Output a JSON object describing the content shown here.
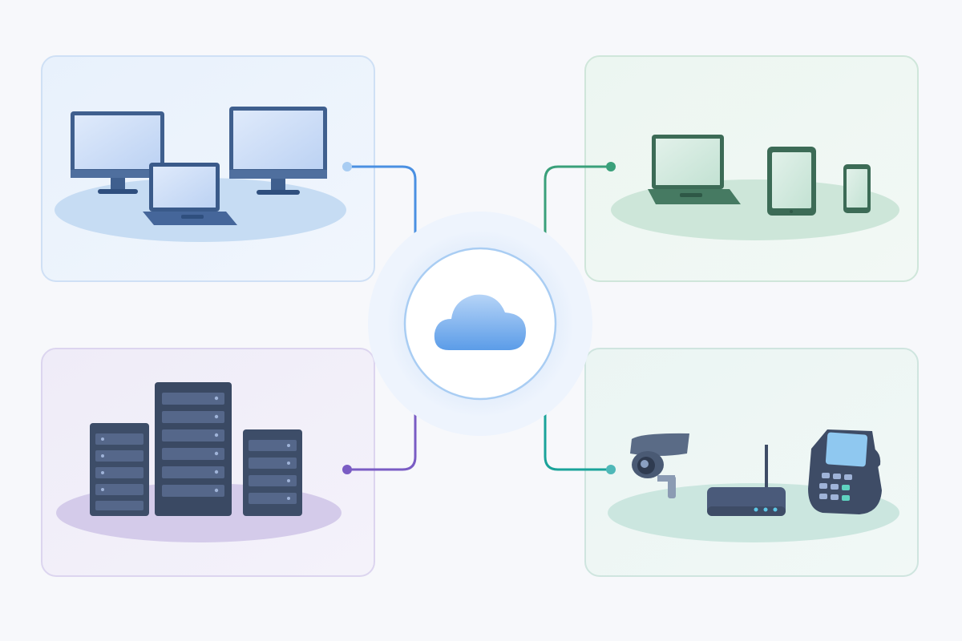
{
  "colors": {
    "background": "#f7f8fb",
    "endpoints_accent": "#4a90e2",
    "mobile_accent": "#3aa07a",
    "servers_accent": "#7a5cc4",
    "iot_accent": "#1aa39a",
    "hub_cloud": "#6fa8f0"
  },
  "hub": {
    "icon": "cloud-icon"
  },
  "groups": [
    {
      "id": "endpoints",
      "devices": [
        "desktop-monitor-icon",
        "laptop-icon",
        "desktop-monitor-icon"
      ]
    },
    {
      "id": "mobile",
      "devices": [
        "laptop-icon",
        "tablet-icon",
        "smartphone-icon"
      ]
    },
    {
      "id": "servers",
      "devices": [
        "server-rack-icon",
        "server-rack-icon",
        "server-rack-icon"
      ]
    },
    {
      "id": "iot",
      "devices": [
        "security-camera-icon",
        "router-icon",
        "payment-terminal-icon"
      ]
    }
  ]
}
